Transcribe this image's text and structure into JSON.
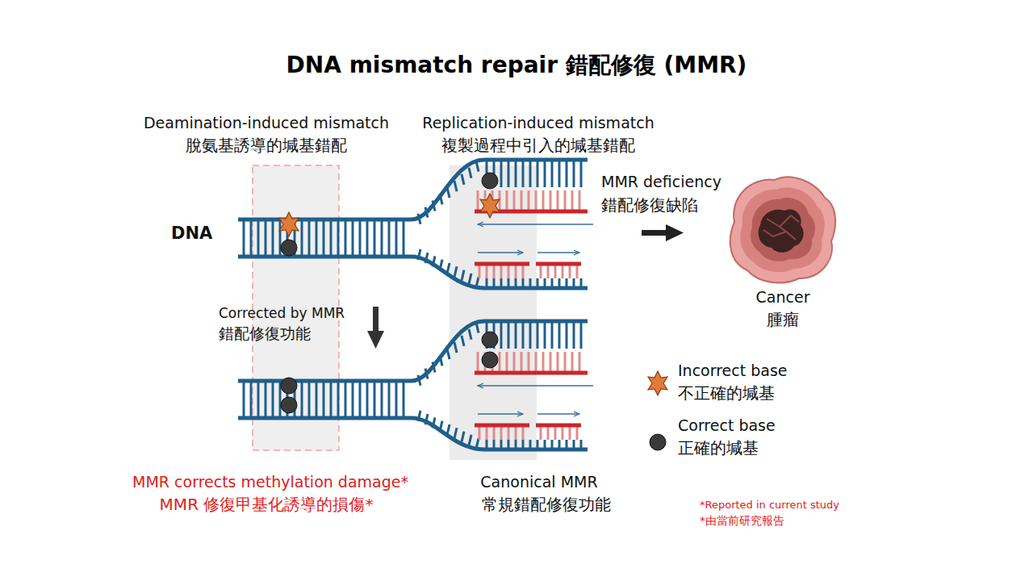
{
  "diagram": {
    "title": "DNA mismatch repair 錯配修復 (MMR)",
    "nodes": [
      {
        "text": [
          "Deamination-induced mismatch",
          "脫氨基誘導的堿基錯配",
          "MMR corrects methylation damage*",
          "MMR 修復甲基化誘導的損傷*"
        ]
      },
      {
        "text": [
          "Replication-induced mismatch",
          "複製過程中引入的堿基錯配",
          "Canonical MMR",
          "常規錯配修復功能"
        ]
      },
      {
        "text": [
          "Cancer",
          "腫瘤"
        ]
      }
    ],
    "labels": [
      "DNA",
      "Corrected by MMR",
      "錯配修復功能",
      "MMR deficiency",
      "錯配修復缺陷",
      "不正確的堿基",
      "正確的堿基",
      "*Reported in current study",
      "*由當前研究報告"
    ],
    "legend": [
      {
        "text": "Incorrect base"
      },
      {
        "text": "Correct base"
      }
    ]
  }
}
